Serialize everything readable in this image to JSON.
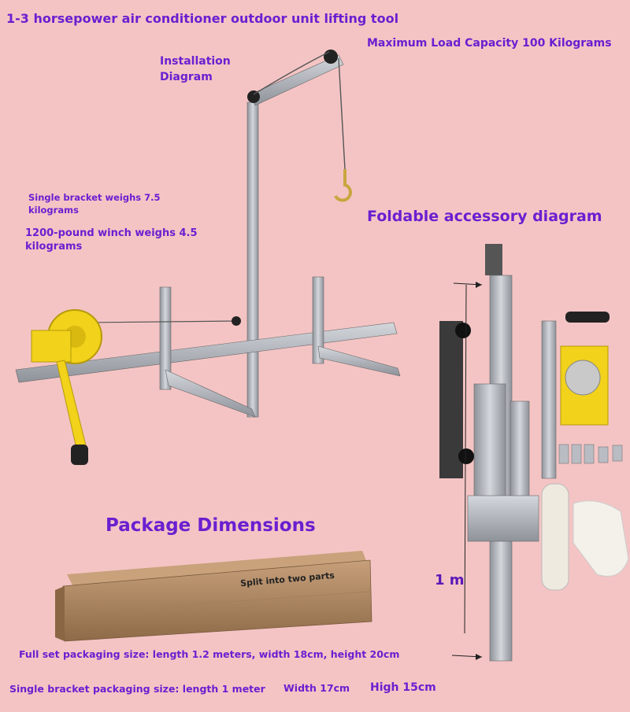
{
  "title": "1-3 horsepower air conditioner outdoor unit lifting tool",
  "load_capacity": "Maximum Load Capacity 100 Kilograms",
  "installation_diagram": "Installation Diagram",
  "bracket_weight": "Single bracket weighs 7.5 kilograms",
  "winch_weight": "1200-pound winch weighs 4.5 kilograms",
  "foldable_title": "Foldable accessory diagram",
  "package_title": "Package Dimensions",
  "box_label": "Split into two parts",
  "full_set_size": "Full set packaging size: length 1.2 meters, width 18cm, height 20cm",
  "single_bracket_size": "Single bracket packaging size: length 1 meter",
  "single_width": "Width 17cm",
  "single_height": "High 15cm",
  "length_marker": "1 m",
  "colors": {
    "background": "#f4c4c4",
    "text_accent": "#6a1fd0",
    "steel": "#b9bcc3",
    "winch_yellow": "#f2d21a",
    "cardboard": "#b58a5f"
  }
}
